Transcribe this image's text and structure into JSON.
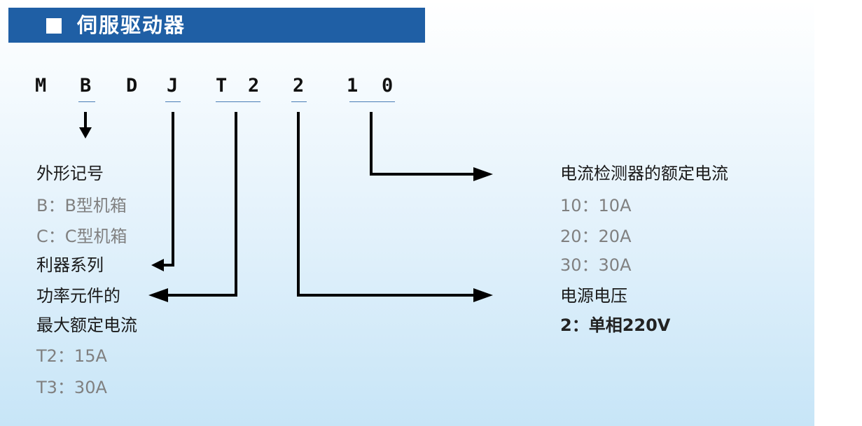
{
  "title": "伺服驱动器",
  "code_chars": [
    "M",
    "B",
    "D",
    "J",
    "T",
    "2",
    "2",
    "1",
    "0"
  ],
  "left": {
    "heading": "外形记号",
    "lines": [
      "B：B型机箱",
      "C：C型机箱"
    ],
    "series": "利器系列",
    "power_title_1": "功率元件的",
    "power_title_2": "最大额定电流",
    "power_lines": [
      "T2：15A",
      "T3：30A"
    ]
  },
  "right": {
    "current_title": "电流检测器的额定电流",
    "current_lines": [
      "10：10A",
      "20：20A",
      "30：30A"
    ],
    "voltage_title": "电源电压",
    "voltage_line": "2：单相220V"
  },
  "colors": {
    "title_bar": "#1f5fa5",
    "underline": "#4a7cb5",
    "gray_text": "#808080",
    "arrow": "#000000"
  }
}
